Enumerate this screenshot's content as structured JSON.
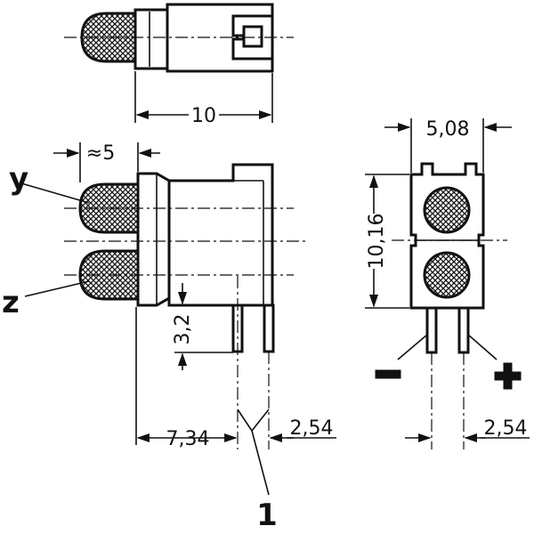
{
  "dimensions": {
    "top_width": "10",
    "lens_protrusion": "≈5",
    "pin_offset": "7,34",
    "pin_pitch_side": "2,54",
    "height_pitch": "10,16",
    "top_pitch": "5,08",
    "pin_length": "3,2",
    "pin_pitch_front": "2,54"
  },
  "labels": {
    "upper_led": "y",
    "lower_led": "z",
    "callout": "1",
    "negative": "-",
    "positive": "+"
  }
}
